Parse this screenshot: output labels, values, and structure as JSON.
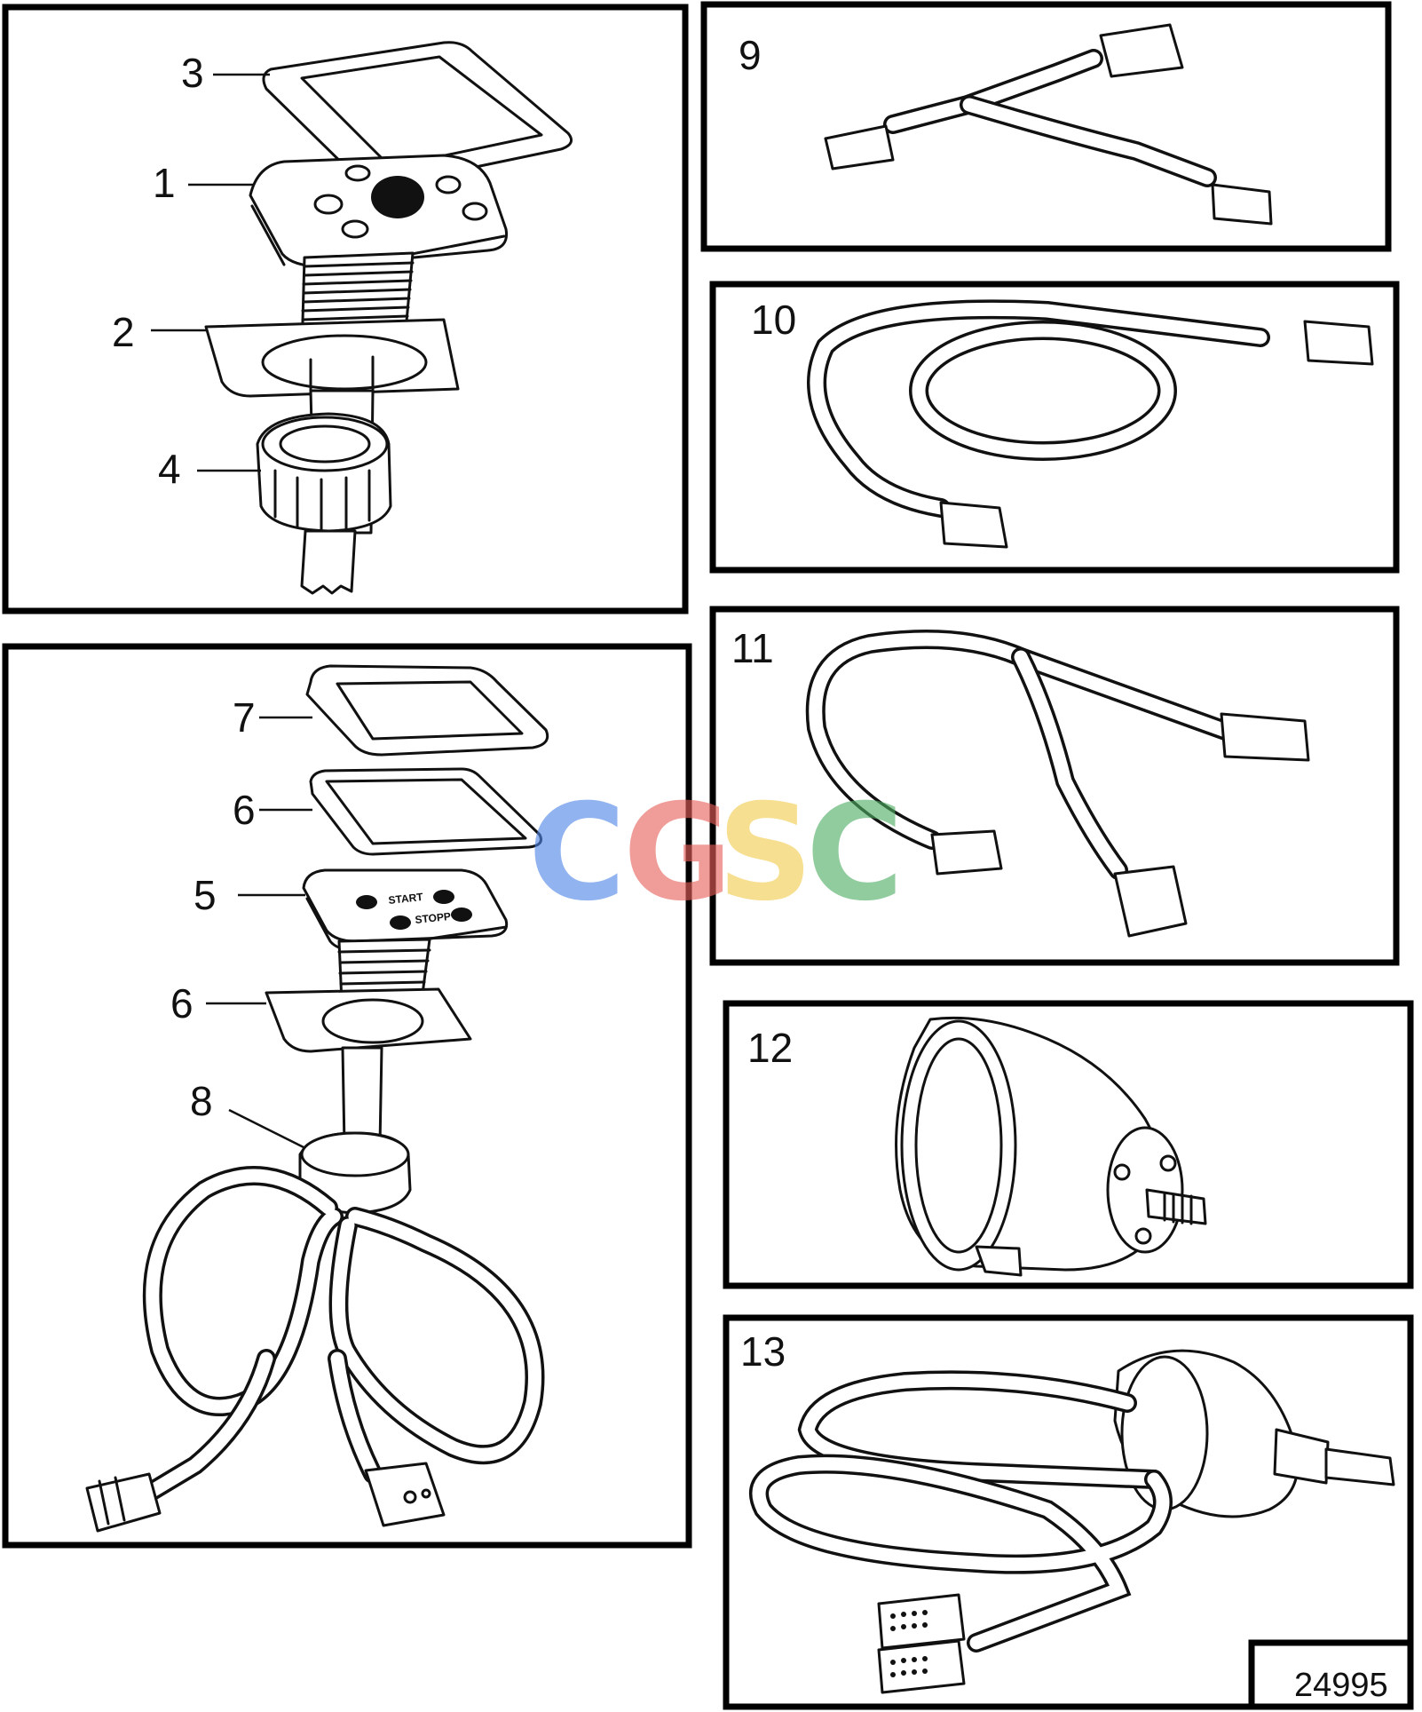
{
  "panels": [
    {
      "id": "upper-left",
      "callouts": [
        "3",
        "1",
        "2",
        "4"
      ]
    },
    {
      "id": "lower-left",
      "callouts": [
        "7",
        "6",
        "5",
        "6",
        "8"
      ],
      "panel_text": [
        "START",
        "STOPP"
      ]
    },
    {
      "id": "right-1",
      "callouts": [
        "9"
      ]
    },
    {
      "id": "right-2",
      "callouts": [
        "10"
      ]
    },
    {
      "id": "right-3",
      "callouts": [
        "11"
      ]
    },
    {
      "id": "right-4",
      "callouts": [
        "12"
      ]
    },
    {
      "id": "right-5",
      "callouts": [
        "13"
      ]
    }
  ],
  "reference_number": "24995",
  "watermark": {
    "letters": [
      "C",
      "G",
      "S",
      "C"
    ],
    "colors": [
      "#4f86e8",
      "#e8605a",
      "#f3cd4e",
      "#4fae63"
    ]
  },
  "colors": {
    "line": "#111111",
    "background": "#ffffff"
  }
}
